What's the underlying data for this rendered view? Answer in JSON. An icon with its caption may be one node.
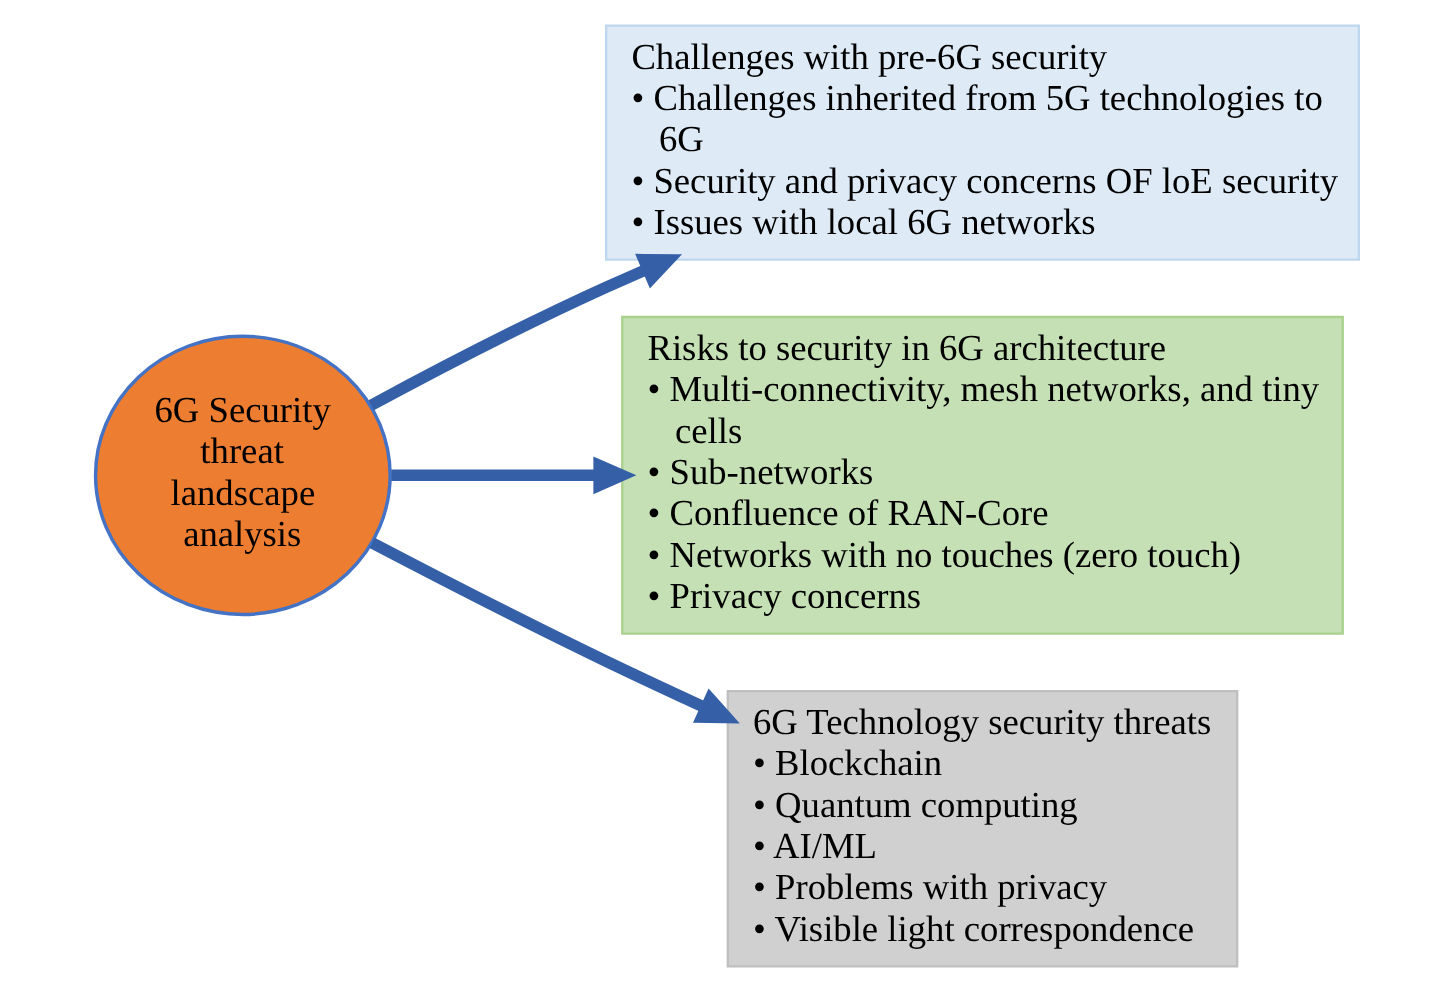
{
  "diagram": {
    "nodes": [
      {
        "text": [
          "6G Security threat landscape analysis"
        ]
      },
      {
        "text": [
          "Challenges with pre-6G security",
          "• Challenges inherited from 5G technologies to 6G",
          "• Security and privacy concerns OF loE security",
          "• Issues with local 6G networks"
        ]
      },
      {
        "text": [
          "Risks to security in 6G architecture",
          "• Multi-connectivity, mesh networks, and tiny cells",
          "• Sub-networks",
          "• Confluence of RAN-Core",
          "• Networks with no touches (zero touch)",
          "• Privacy concerns"
        ]
      },
      {
        "text": [
          "6G Technology security threats",
          "• Blockchain",
          "• Quantum computing",
          "• AI/ML",
          "• Problems with privacy",
          "• Visible light correspondence"
        ]
      }
    ],
    "edges": [
      {
        "from": 0,
        "to": 1,
        "arrow": "to"
      },
      {
        "from": 0,
        "to": 2,
        "arrow": "to"
      },
      {
        "from": 0,
        "to": 3,
        "arrow": "to"
      }
    ]
  }
}
